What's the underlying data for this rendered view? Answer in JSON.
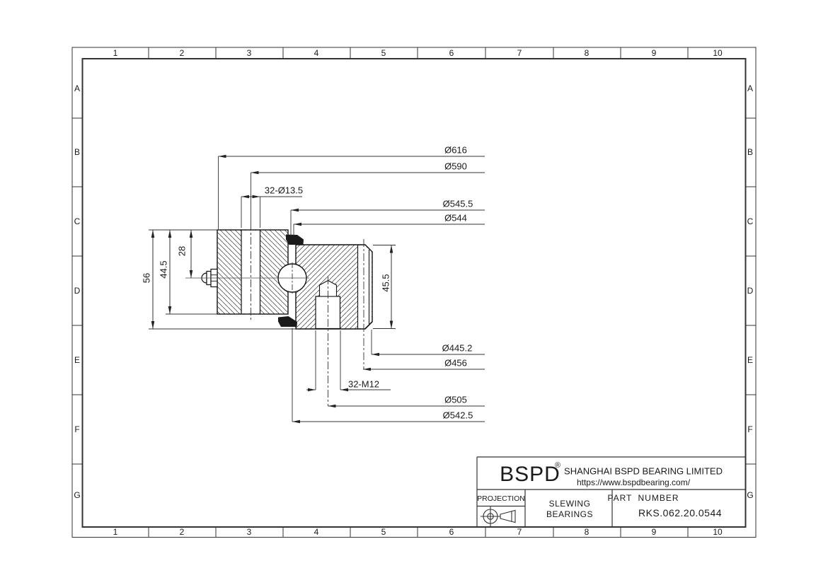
{
  "sheet": {
    "grid_cols": [
      "1",
      "2",
      "3",
      "4",
      "5",
      "6",
      "7",
      "8",
      "9",
      "10"
    ],
    "grid_rows": [
      "A",
      "B",
      "C",
      "D",
      "E",
      "F",
      "G"
    ]
  },
  "title_block": {
    "logo": "BSPD",
    "registered_mark": "®",
    "company": "SHANGHAI BSPD BEARING LIMITED",
    "website": "https://www.bspdbearing.com/",
    "projection_label": "PROJECTION",
    "product_line1": "SLEWING",
    "product_line2": "BEARINGS",
    "part_number_label": "PART NUMBER",
    "part_number": "RKS.062.20.0544"
  },
  "dimensions": {
    "outer_diameter": "Ø616",
    "outer_bolt_circle": "Ø590",
    "outer_ring_holes": "32-Ø13.5",
    "seal_diameter_upper": "Ø545.5",
    "seal_diameter_lower": "Ø544",
    "gear_tip_diameter": "Ø445.2",
    "gear_pitch_diameter": "Ø456",
    "inner_ring_holes": "32-M12",
    "inner_bolt_circle": "Ø505",
    "inner_ring_od": "Ø542.5",
    "total_height": "56",
    "outer_ring_height": "44.5",
    "grease_fitting_offset": "28",
    "inner_ring_height": "45.5"
  },
  "colors": {
    "line": "#333333",
    "outline": "#111111",
    "text": "#1a1a1a",
    "background": "#ffffff",
    "seal_fill": "#1a1a1a"
  }
}
